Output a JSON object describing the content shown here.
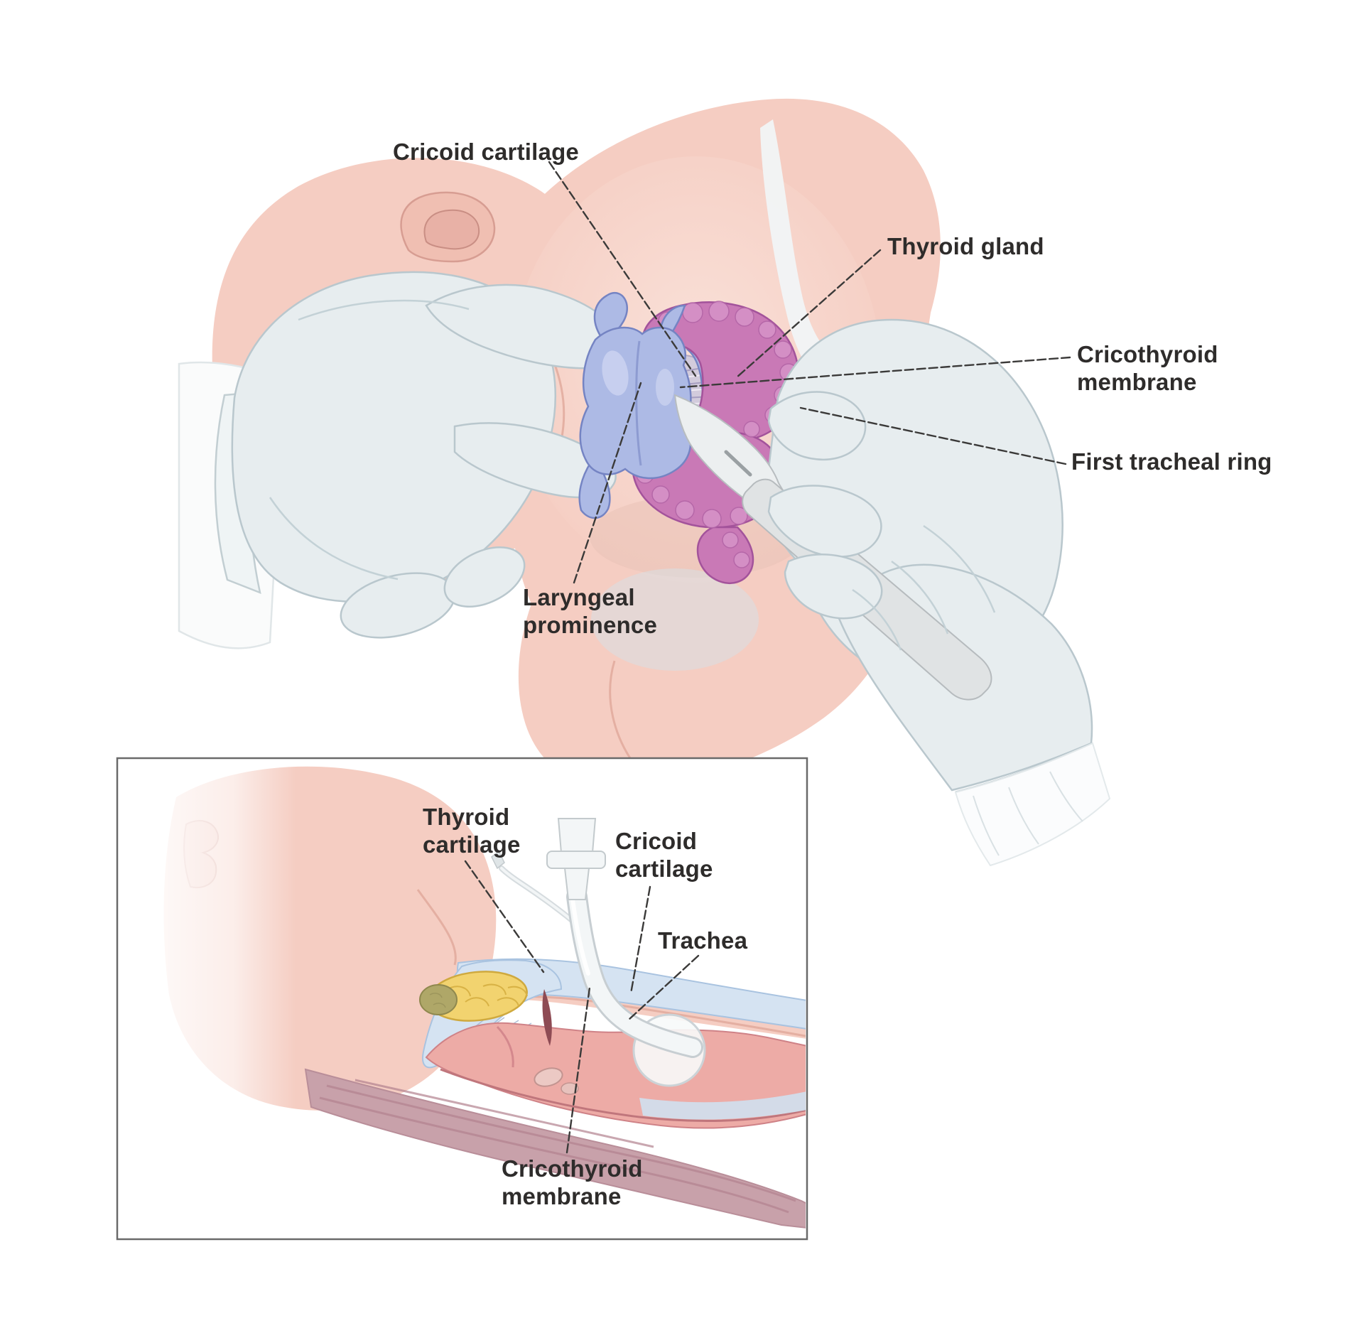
{
  "figure_title": "Cricothyrotomy anatomy illustration",
  "panels": {
    "main": {
      "name": "surgical-view",
      "labels": {
        "cricoid_cartilage": "Cricoid cartilage",
        "thyroid_gland": "Thyroid gland",
        "cricothyroid_membrane": "Cricothyroid\nmembrane",
        "first_tracheal_ring": "First tracheal ring",
        "laryngeal_prominence": "Laryngeal\nprominence"
      }
    },
    "inset": {
      "name": "sagittal-view",
      "labels": {
        "thyroid_cartilage": "Thyroid\ncartilage",
        "cricoid_cartilage": "Cricoid\ncartilage",
        "trachea": "Trachea",
        "cricothyroid_membrane": "Cricothyroid\nmembrane"
      }
    }
  },
  "colors": {
    "background": "#ffffff",
    "skin": "#f5cdc2",
    "skin_shadow": "#e3a89b",
    "glove": "#e7edef",
    "glove_outline": "#b9c7cd",
    "cartilage_blue": "#adbae5",
    "cartilage_outline": "#7584c3",
    "gland_magenta": "#c979b6",
    "gland_outline": "#a3539b",
    "membrane_gray": "#d2cbdc",
    "fat_yellow": "#f2d36f",
    "muscle_mauve": "#c8a1aa",
    "tube_white": "#f3f6f7",
    "bone_white": "#f1f4f5",
    "inset_border": "#6a6a6a",
    "label_text": "#2e2c2b",
    "leader_line": "#3b3a39"
  }
}
